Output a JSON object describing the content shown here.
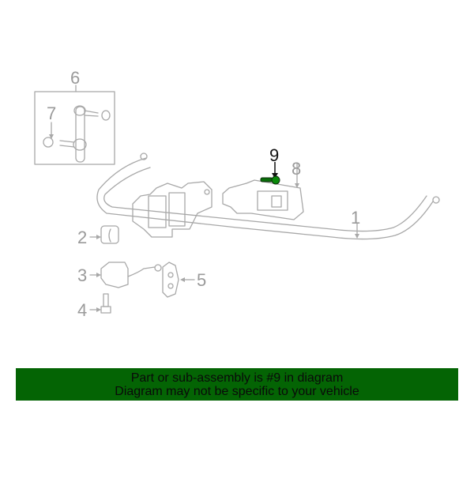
{
  "diagram": {
    "callouts": [
      {
        "id": "1",
        "label": "1"
      },
      {
        "id": "2",
        "label": "2"
      },
      {
        "id": "3",
        "label": "3"
      },
      {
        "id": "4",
        "label": "4"
      },
      {
        "id": "5",
        "label": "5"
      },
      {
        "id": "6",
        "label": "6"
      },
      {
        "id": "7",
        "label": "7"
      },
      {
        "id": "8",
        "label": "8"
      },
      {
        "id": "9",
        "label": "9"
      }
    ],
    "highlighted_part": "9",
    "highlight_color": "#0a8a0a",
    "line_color": "#a8a8a8"
  },
  "banner": {
    "line1": "Part or sub-assembly is #9 in diagram",
    "line2": "Diagram may not be specific to your vehicle",
    "background": "#046404"
  }
}
